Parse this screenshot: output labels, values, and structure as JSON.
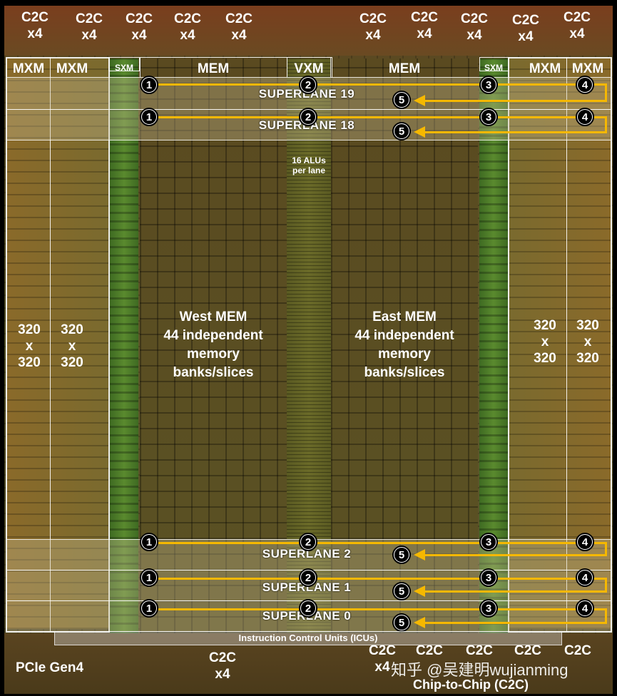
{
  "top_c2c": [
    {
      "name": "C2C",
      "count": "x4"
    },
    {
      "name": "C2C",
      "count": "x4"
    },
    {
      "name": "C2C",
      "count": "x4"
    },
    {
      "name": "C2C",
      "count": "x4"
    },
    {
      "name": "C2C",
      "count": "x4"
    },
    {
      "name": "C2C",
      "count": "x4"
    },
    {
      "name": "C2C",
      "count": "x4"
    },
    {
      "name": "C2C",
      "count": "x4"
    },
    {
      "name": "C2C",
      "count": "x4"
    },
    {
      "name": "C2C",
      "count": "x4"
    }
  ],
  "headers": {
    "mxm_l1": "MXM",
    "mxm_l2": "MXM",
    "sxm_l": "SXM",
    "mem_w": "MEM",
    "vxm": "VXM",
    "mem_e": "MEM",
    "sxm_r": "SXM",
    "mxm_r1": "MXM",
    "mxm_r2": "MXM"
  },
  "mxm_size": {
    "a": "320",
    "x": "x",
    "b": "320"
  },
  "vxm_note": {
    "line1": "16 ALUs",
    "line2": "per lane"
  },
  "west_mem": {
    "l1": "West MEM",
    "l2": "44 independent",
    "l3": "memory",
    "l4": "banks/slices"
  },
  "east_mem": {
    "l1": "East MEM",
    "l2": "44 independent",
    "l3": "memory",
    "l4": "banks/slices"
  },
  "superlanes": [
    "SUPERLANE 19",
    "SUPERLANE 18",
    "SUPERLANE 2",
    "SUPERLANE 1",
    "SUPERLANE 0"
  ],
  "steps": [
    "1",
    "2",
    "3",
    "4",
    "5"
  ],
  "icu_label": "Instruction Control Units (ICUs)",
  "bottom": {
    "pcie": "PCIe Gen4",
    "c2c_left": {
      "name": "C2C",
      "count": "x4"
    },
    "c2c_right": [
      "C2C",
      "C2C",
      "C2C",
      "C2C",
      "C2C"
    ],
    "c2c_right_count": "x4",
    "chip_to_chip": "Chip-to-Chip (C2C)"
  },
  "watermark": "知乎 @吴建明wujianming",
  "colors": {
    "arrow": "#f5b800",
    "outline": "#ffffff"
  }
}
